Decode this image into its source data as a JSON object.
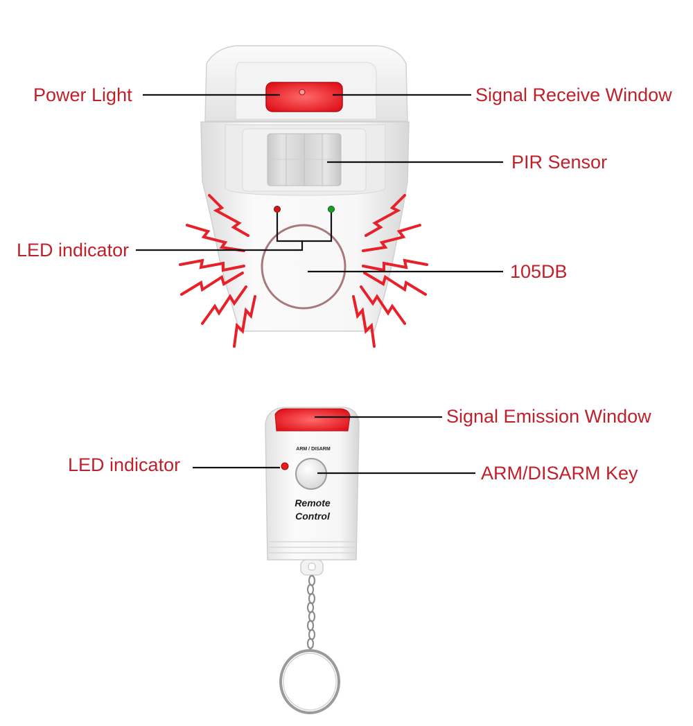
{
  "colors": {
    "label_red": "#c0202a",
    "leader_line": "#111111",
    "lightning_red": "#e8202a",
    "device_white": "#f4f4f4",
    "window_red": "#ef1f26",
    "led_red": "#d01818",
    "led_green": "#1aa020",
    "speaker_ring": "#a8787c"
  },
  "motion_sensor": {
    "labels": {
      "power_light": "Power Light",
      "signal_receive_window": "Signal Receive Window",
      "pir_sensor": "PIR Sensor",
      "led_indicator": "LED indicator",
      "siren_volume": "105DB"
    },
    "icons": [
      "lightning-bolt-icon"
    ]
  },
  "remote": {
    "labels": {
      "signal_emission_window": "Signal Emission Window",
      "led_indicator": "LED indicator",
      "arm_disarm_key": "ARM/DISARM Key"
    },
    "face_text": {
      "arm_disarm": "ARM / DISARM",
      "line1": "Remote",
      "line2": "Control"
    }
  }
}
